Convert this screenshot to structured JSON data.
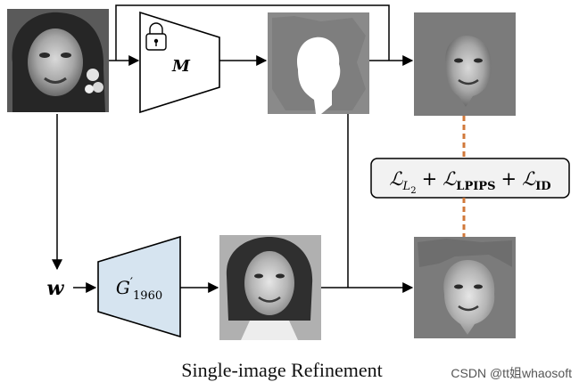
{
  "diagram": {
    "caption": "Single-image Refinement",
    "watermark": "CSDN @tt姐whaosoft",
    "encoder_label": "M",
    "latent_label": "w",
    "generator_label": {
      "base": "G",
      "prime": "′",
      "subscript": "1960"
    },
    "loss": {
      "script_L": "ℒ",
      "l2_sub": "L",
      "l2_subsub": "2",
      "lpips_sub": "LPIPS",
      "id_sub": "ID",
      "plus": "+"
    },
    "colors": {
      "generator_fill": "#d6e4f0",
      "dashed_link": "#d1783a",
      "masked_background": "#7b7b7b",
      "mask_background": "#8a8a8a",
      "loss_box_fill": "#f2f2f2"
    },
    "icons": {
      "lock": "lock-icon"
    }
  }
}
